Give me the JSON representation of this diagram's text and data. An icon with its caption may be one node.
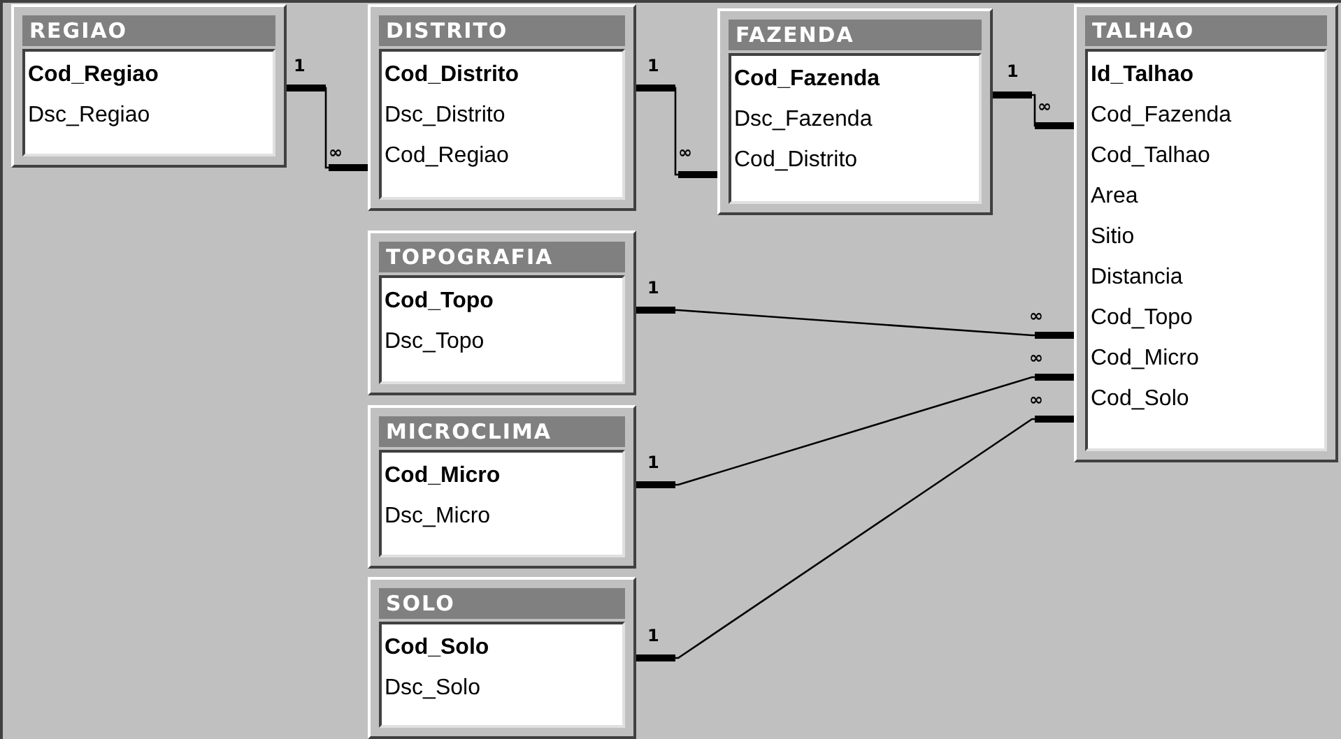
{
  "diagram": {
    "nodes": [
      {
        "text": [
          "REGIAO",
          "Cod_Regiao",
          "Dsc_Regiao"
        ]
      },
      {
        "text": [
          "DISTRITO",
          "Cod_Distrito",
          "Dsc_Distrito",
          "Cod_Regiao"
        ]
      },
      {
        "text": [
          "FAZENDA",
          "Cod_Fazenda",
          "Dsc_Fazenda",
          "Cod_Distrito"
        ]
      },
      {
        "text": [
          "TALHAO",
          "Id_Talhao",
          "Cod_Fazenda",
          "Cod_Talhao",
          "Area",
          "Sitio",
          "Distancia",
          "Cod_Topo",
          "Cod_Micro",
          "Cod_Solo"
        ]
      },
      {
        "text": [
          "TOPOGRAFIA",
          "Cod_Topo",
          "Dsc_Topo"
        ]
      },
      {
        "text": [
          "MICROCLIMA",
          "Cod_Micro",
          "Dsc_Micro"
        ]
      },
      {
        "text": [
          "SOLO",
          "Cod_Solo",
          "Dsc_Solo"
        ]
      }
    ],
    "edges": [
      {
        "from": 0,
        "to": 1,
        "arrow": "other"
      },
      {
        "from": 1,
        "to": 2,
        "arrow": "other"
      },
      {
        "from": 2,
        "to": 3,
        "arrow": "other"
      },
      {
        "from": 4,
        "to": 3,
        "arrow": "other"
      },
      {
        "from": 5,
        "to": 3,
        "arrow": "other"
      },
      {
        "from": 6,
        "to": 3,
        "arrow": "other"
      }
    ],
    "labels": [
      "1",
      "∞",
      "1",
      "∞",
      "1",
      "∞",
      "1",
      "∞",
      "1",
      "∞",
      "1",
      "∞"
    ]
  }
}
